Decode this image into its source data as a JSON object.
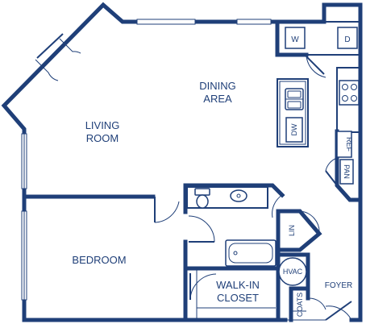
{
  "labels": {
    "dining_line1": "DINING",
    "dining_line2": "AREA",
    "living_line1": "LIVING",
    "living_line2": "ROOM",
    "bedroom": "BEDROOM",
    "closet_line1": "WALK-IN",
    "closet_line2": "CLOSET",
    "foyer": "FOYER",
    "washer": "W",
    "dryer": "D",
    "dishwasher": "DW",
    "refrigerator": "REF",
    "pantry": "PAN",
    "linen": "LIN",
    "hvac": "HVAC",
    "coats": "COATS"
  },
  "colors": {
    "wall": "#1f3f78",
    "background": "#ffffff"
  }
}
